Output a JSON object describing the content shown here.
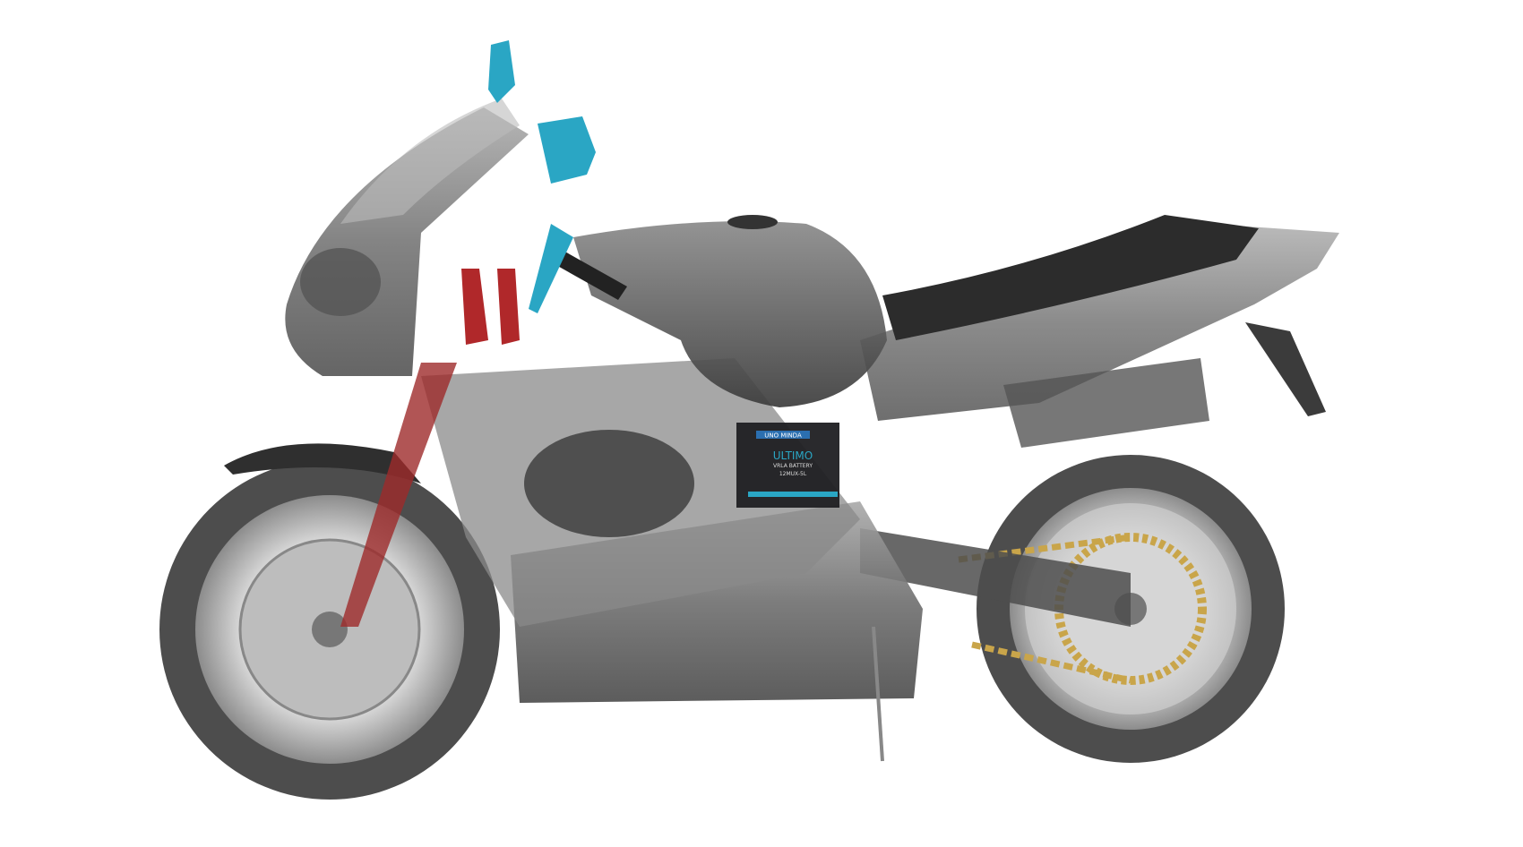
{
  "image": {
    "subject": "motorcycle",
    "background_color": "#ffffff",
    "accent_colors": {
      "mirror": "#2aa6c4",
      "fork": "#b0282a",
      "chain": "#c9a54a",
      "body": "#7d7d7d"
    }
  },
  "battery_label": {
    "brand": "UNO MINDA",
    "product": "ULTIMO",
    "type": "VRLA BATTERY",
    "model": "12MUX-5L"
  }
}
